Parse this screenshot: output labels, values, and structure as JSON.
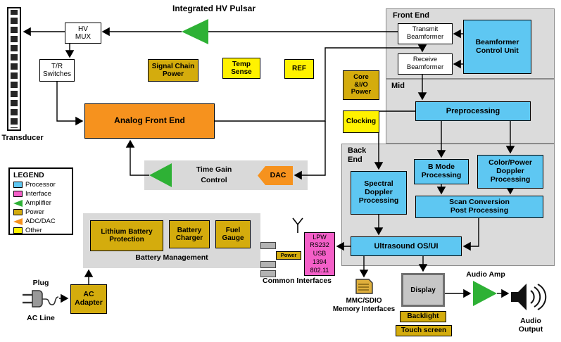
{
  "colors": {
    "processor": "#5ec7f2",
    "interface": "#f45fc8",
    "amplifier": "#2eb135",
    "power": "#d4ac0d",
    "adc_dac": "#f6921e",
    "other": "#fff200"
  },
  "header": {
    "integrated_hv_pulsar": "Integrated HV Pulsar"
  },
  "transmit_chain": {
    "transducer": "Transducer",
    "hv_mux": "HV\nMUX",
    "tr_switches": "T/R\nSwitches",
    "signal_chain_power": "Signal Chain\nPower",
    "temp_sense": "Temp\nSense",
    "ref": "REF",
    "core_io_power": "Core\n&I/O\nPower",
    "analog_front_end": "Analog Front End",
    "clocking": "Clocking",
    "time_gain": "Time Gain",
    "control": "Control",
    "dac": "DAC"
  },
  "front_end": {
    "label": "Front End",
    "transmit_beamformer": "Transmit\nBeamformer",
    "receive_beamformer": "Receive\nBeamformer",
    "beamformer_control_unit": "Beamformer\nControl Unit"
  },
  "mid": {
    "label": "Mid",
    "preprocessing": "Preprocessing"
  },
  "back_end": {
    "label": "Back\nEnd",
    "spectral_doppler": "Spectral\nDoppler\nProcessing",
    "b_mode": "B Mode\nProcessing",
    "color_power_doppler": "Color/Power\nDoppler\nProcessing",
    "scan_conversion": "Scan Conversion\nPost Processing",
    "ultrasound_os_ui": "Ultrasound OS/UI"
  },
  "legend": {
    "title": "LEGEND",
    "items": [
      {
        "label": "Processor",
        "type": "processor"
      },
      {
        "label": "Interface",
        "type": "interface"
      },
      {
        "label": "Amplifier",
        "type": "amplifier"
      },
      {
        "label": "Power",
        "type": "power"
      },
      {
        "label": "ADC/DAC",
        "type": "adc_dac"
      },
      {
        "label": "Other",
        "type": "other"
      }
    ]
  },
  "battery": {
    "lithium_battery_protection": "Lithium Battery\nProtection",
    "battery_charger": "Battery\nCharger",
    "fuel_gauge": "Fuel\nGauge",
    "label": "Battery Management"
  },
  "power_input": {
    "plug": "Plug",
    "ac_adapter": "AC\nAdapter",
    "ac_line": "AC Line"
  },
  "interfaces": {
    "stack": "LPW\nRS232\nUSB\n1394\n802.11",
    "power_chip": "Power",
    "label": "Common Interfaces"
  },
  "memory": {
    "label": "MMC/SDIO\nMemory Interfaces"
  },
  "display": {
    "display": "Display",
    "backlight": "Backlight",
    "touch_screen": "Touch screen"
  },
  "audio": {
    "amp": "Audio Amp",
    "output": "Audio\nOutput"
  }
}
